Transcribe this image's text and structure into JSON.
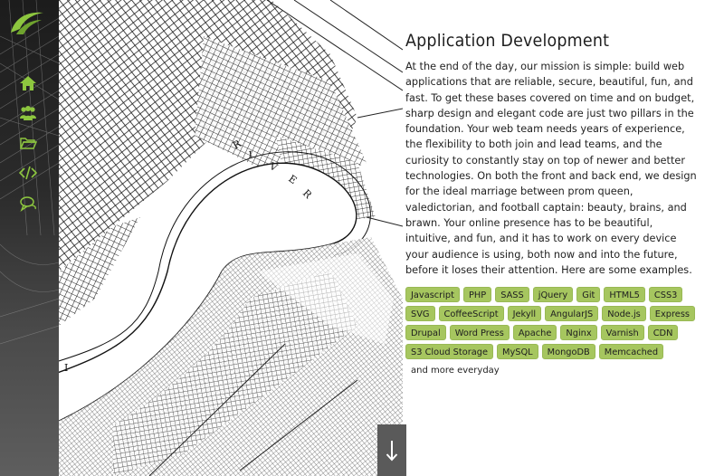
{
  "nav": {
    "items": [
      {
        "name": "home",
        "icon": "home-icon"
      },
      {
        "name": "team",
        "icon": "users-icon"
      },
      {
        "name": "portfolio",
        "icon": "folder-icon"
      },
      {
        "name": "development",
        "icon": "code-icon"
      },
      {
        "name": "contact",
        "icon": "chat-icon"
      }
    ],
    "accent": "#8dc63f"
  },
  "map": {
    "river_label": "RIVER",
    "side_label": "PI"
  },
  "section": {
    "title": "Application Development",
    "body": "At the end of the day, our mission is simple: build web applications that are reliable, secure, beautiful, fun, and fast. To get these bases covered on time and on budget, sharp design and elegant code are just two pillars in the foundation. Your web team needs years of experience, the flexibility to both join and lead teams, and the curiosity to constantly stay on top of newer and better technologies. On both the front and back end, we design for the ideal marriage between prom queen, valedictorian, and football captain: beauty, brains, and brawn. Your online presence has to be beautiful, intuitive, and fun, and it has to work on every device your audience is using, both now and into the future, before it loses their attention. Here are some examples.",
    "tags": [
      "Javascript",
      "PHP",
      "SASS",
      "jQuery",
      "Git",
      "HTML5",
      "CSS3",
      "SVG",
      "CoffeeScript",
      "Jekyll",
      "AngularJS",
      "Node.js",
      "Express",
      "Drupal",
      "Word Press",
      "Apache",
      "Nginx",
      "Varnish",
      "CDN",
      "S3 Cloud Storage",
      "MySQL",
      "MongoDB",
      "Memcached"
    ],
    "more": "and more everyday",
    "tag_color": "#a6c65f"
  },
  "scroll": {
    "icon": "arrow-down-icon"
  }
}
